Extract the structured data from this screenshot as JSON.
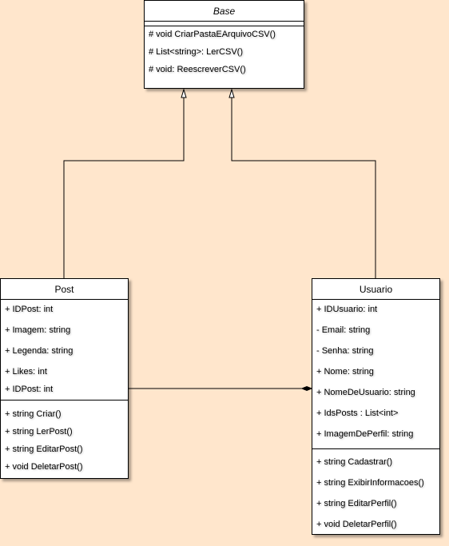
{
  "diagram": {
    "classes": {
      "base": {
        "name": "Base",
        "attributes": [],
        "methods": [
          "# void CriarPastaEArquivoCSV()",
          "# List<string>: LerCSV()",
          "# void: ReescreverCSV()"
        ]
      },
      "post": {
        "name": "Post",
        "attributes": [
          "+ IDPost: int",
          "+ Imagem: string",
          "+ Legenda: string",
          "+ Likes: int",
          "+ IDPost: int"
        ],
        "methods": [
          "+ string Criar()",
          "+ string LerPost()",
          "+ string EditarPost()",
          "+ void DeletarPost()"
        ]
      },
      "usuario": {
        "name": "Usuario",
        "attributes": [
          "+ IDUsuario: int",
          "- Email: string",
          "- Senha: string",
          "+ Nome: string",
          "+ NomeDeUsuario: string",
          "+ IdsPosts : List<int>",
          "+ ImagemDePerfil: string"
        ],
        "methods": [
          "+ string Cadastrar()",
          "+ string ExibirInformacoes()",
          "+ string EditarPerfil()",
          "+ void DeletarPerfil()"
        ]
      }
    },
    "relationships": [
      {
        "type": "inheritance",
        "from": "post",
        "to": "base"
      },
      {
        "type": "inheritance",
        "from": "usuario",
        "to": "base"
      },
      {
        "type": "composition",
        "from": "post",
        "to": "usuario"
      }
    ]
  },
  "colors": {
    "background": "#FFE6CC",
    "class_fill": "#FFFFFF",
    "stroke": "#000000"
  }
}
